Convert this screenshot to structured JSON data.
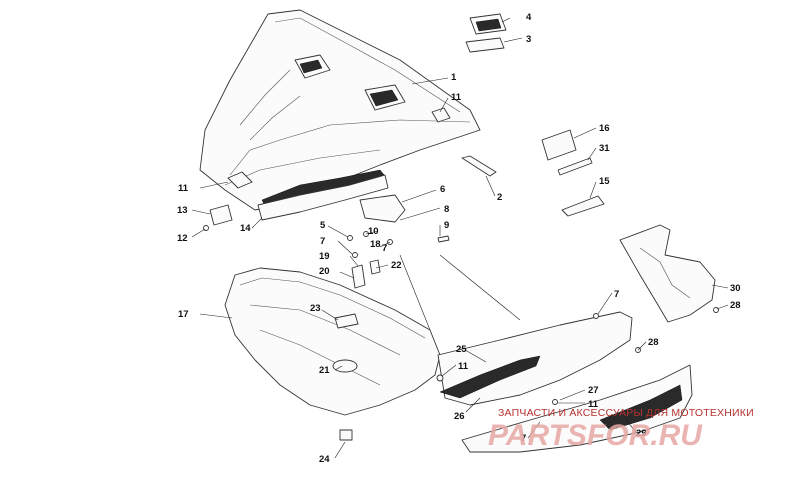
{
  "diagram": {
    "part_labels": [
      "1",
      "2",
      "3",
      "4",
      "5",
      "6",
      "7",
      "7",
      "7",
      "7",
      "8",
      "9",
      "10",
      "11",
      "11",
      "11",
      "11",
      "12",
      "13",
      "14",
      "15",
      "16",
      "17",
      "18",
      "19",
      "20",
      "21",
      "22",
      "23",
      "24",
      "25",
      "26",
      "27",
      "28",
      "28",
      "29",
      "30",
      "31"
    ]
  },
  "watermark": {
    "caption": "ЗАПЧАСТИ И АКСЕССУАРЫ ДЛЯ МОТОТЕХНИКИ",
    "logo": "PARTSFOR.RU"
  },
  "colors": {
    "line": "#333333",
    "watermark_text": "#b5322f",
    "watermark_logo": "#e6a7a4"
  }
}
